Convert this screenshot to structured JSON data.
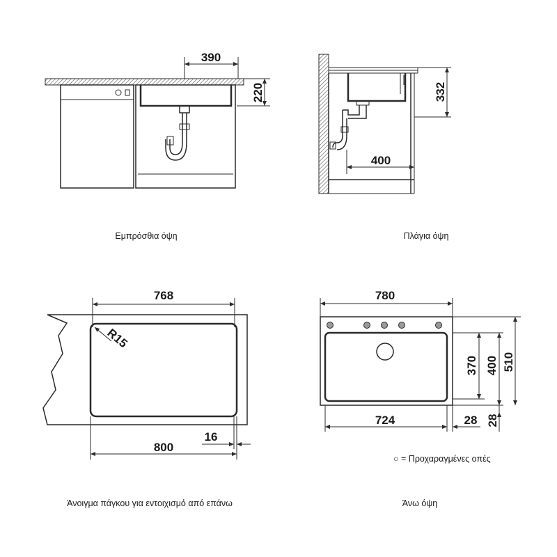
{
  "views": {
    "front": {
      "caption": "Εμπρόσθια όψη",
      "dims": {
        "width": "390",
        "height": "220"
      }
    },
    "side": {
      "caption": "Πλάγια όψη",
      "dims": {
        "height": "332",
        "depth": "400"
      }
    },
    "cutout": {
      "caption": "Άνοιγμα πάγκου για εντοιχισμό από επάνω",
      "dims": {
        "inner_width": "768",
        "radius": "R15",
        "outer_width": "800",
        "edge": "16"
      }
    },
    "top": {
      "caption": "Άνω όψη",
      "dims": {
        "width": "780",
        "bowl_width": "724",
        "margin_right": "28",
        "bowl_depth": "370",
        "depth_inner": "400",
        "depth_total": "510",
        "margin_bottom": "28"
      },
      "legend": "○ = Προχαραγμένες οπές"
    }
  }
}
